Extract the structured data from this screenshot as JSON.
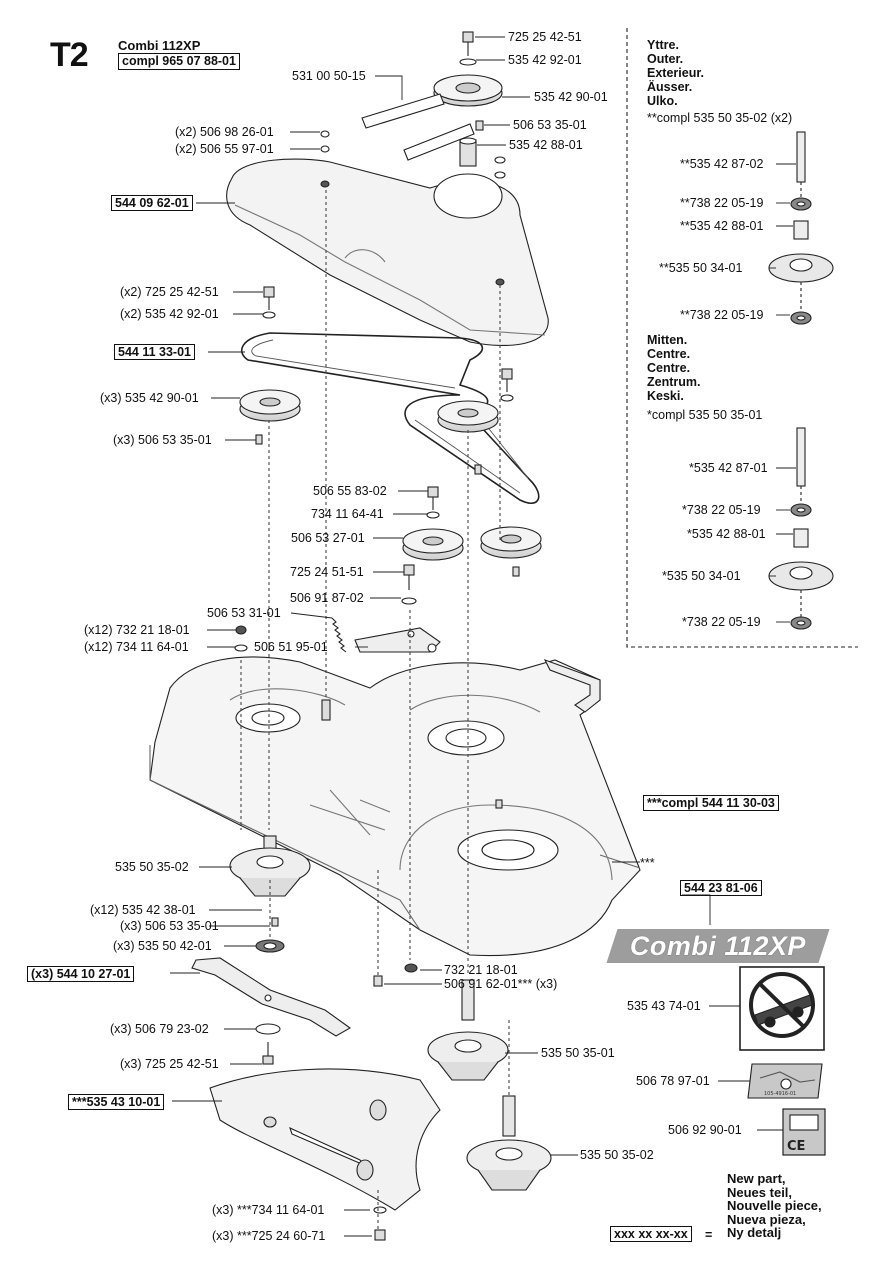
{
  "header": {
    "code": "T2",
    "model": "Combi 112XP",
    "compl": "compl 965 07 88-01"
  },
  "outer_panel": {
    "heading": [
      "Yttre.",
      "Outer.",
      "Exterieur.",
      "Äusser.",
      "Ulko."
    ],
    "compl": "**compl 535 50 35-02 (x2)",
    "parts": [
      "**535 42 87-02",
      "**738 22 05-19",
      "**535 42 88-01",
      "**535 50 34-01",
      "**738 22 05-19"
    ]
  },
  "center_panel": {
    "heading": [
      "Mitten.",
      "Centre.",
      "Centre.",
      "Zentrum.",
      "Keski."
    ],
    "compl": "*compl 535 50 35-01",
    "parts": [
      "*535 42 87-01",
      "*738 22 05-19",
      "*535 42 88-01",
      "*535 50 34-01",
      "*738 22 05-19"
    ]
  },
  "labels": {
    "l01": "725 25 42-51",
    "l02": "535 42 92-01",
    "l03": "531 00 50-15",
    "l04": "535 42 90-01",
    "l05": "506 53 35-01",
    "l06": "535 42 88-01",
    "l07": "(x2) 506 98 26-01",
    "l08": "(x2) 506 55 97-01",
    "l09": "544 09 62-01",
    "l10": "(x2) 725 25 42-51",
    "l11": "(x2) 535 42 92-01",
    "l12": "544 11 33-01",
    "l13": "(x3) 535 42 90-01",
    "l14": "(x3) 506 53 35-01",
    "l15": "506 55 83-02",
    "l16": "734 11 64-41",
    "l17": "506 53 27-01",
    "l18": "725 24 51-51",
    "l19": "506 91 87-02",
    "l20": "506 53 31-01",
    "l21": "(x12) 732 21 18-01",
    "l22": "(x12) 734 11 64-01",
    "l23": "506 51 95-01",
    "l24": "***compl 544 11 30-03",
    "l25": "***",
    "l26": "544 23 81-06",
    "l27": "535 50 35-02",
    "l28": "(x12) 535 42 38-01",
    "l29": "(x3) 506 53 35-01",
    "l30": "(x3) 535 50 42-01",
    "l31": "(x3) 544 10 27-01",
    "l32": "732 21 18-01",
    "l33": "506 91 62-01*** (x3)",
    "l34": "(x3) 506 79 23-02",
    "l35": "(x3) 725 25 42-51",
    "l36": "***535 43 10-01",
    "l37": "535 50 35-01",
    "l38": "535 50 35-02",
    "l39": "(x3) ***734 11 64-01",
    "l40": "(x3) ***725 24 60-71",
    "l41": "535 43 74-01",
    "l42": "506 78 97-01",
    "l43": "506 92 90-01"
  },
  "banner": "Combi 112XP",
  "legend": {
    "box": "xxx xx xx-xx",
    "eq": "=",
    "lines": [
      "New part,",
      "Neues teil,",
      "Nouvelle piece,",
      "Nueva pieza,",
      "Ny detalj"
    ]
  },
  "decal_small": "105-4916-01",
  "ce_mark": "CE"
}
